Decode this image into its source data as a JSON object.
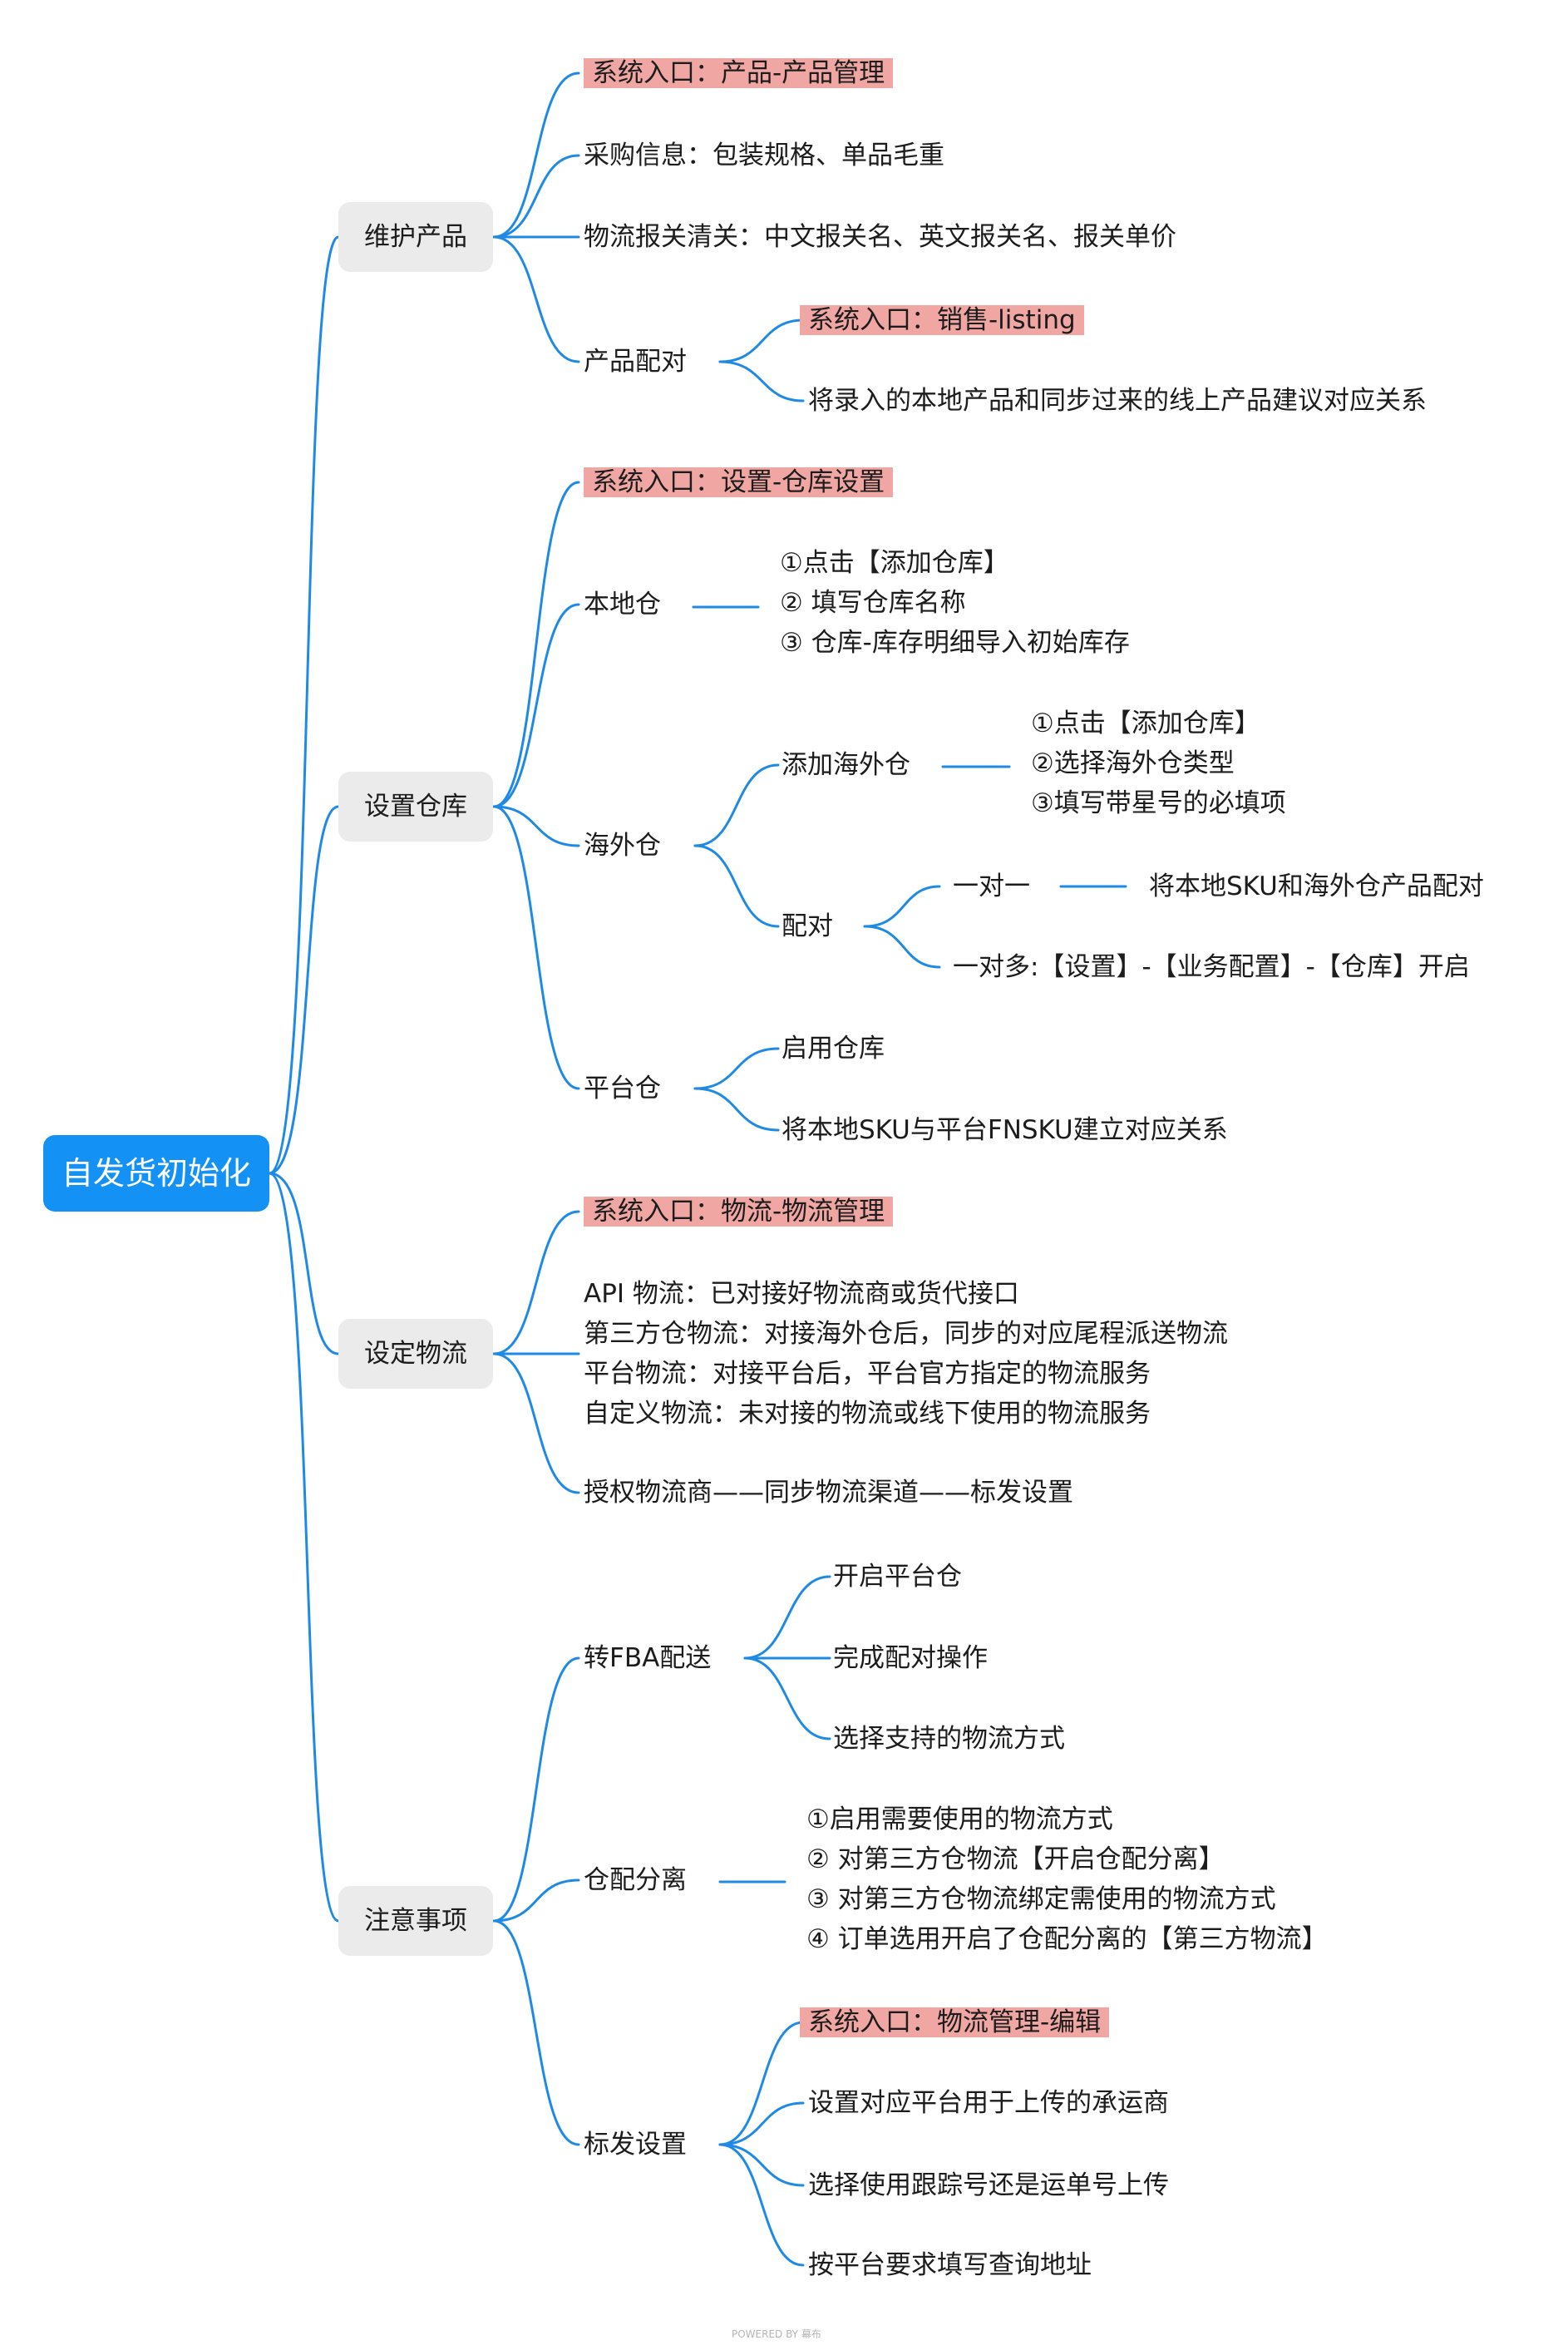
{
  "root": {
    "label": "自发货初始化"
  },
  "branches": {
    "product": {
      "label": "维护产品",
      "entry": "系统入口：产品-产品管理",
      "purchase": "采购信息：包装规格、单品毛重",
      "customs": "物流报关清关：中文报关名、英文报关名、报关单价",
      "pairing": {
        "label": "产品配对",
        "entry": "系统入口：销售-listing",
        "desc": "将录入的本地产品和同步过来的线上产品建议对应关系"
      }
    },
    "warehouse": {
      "label": "设置仓库",
      "entry": "系统入口：设置-仓库设置",
      "local": {
        "label": "本地仓",
        "steps": [
          "①点击【添加仓库】",
          "② 填写仓库名称",
          "③ 仓库-库存明细导入初始库存"
        ]
      },
      "overseas": {
        "label": "海外仓",
        "add": {
          "label": "添加海外仓",
          "steps": [
            "①点击【添加仓库】",
            "②选择海外仓类型",
            "③填写带星号的必填项"
          ]
        },
        "pair": {
          "label": "配对",
          "one_to_one": "一对一",
          "one_to_one_desc": "将本地SKU和海外仓产品配对",
          "one_to_many": "一对多:【设置】-【业务配置】-【仓库】开启"
        }
      },
      "platform": {
        "label": "平台仓",
        "enable": "启用仓库",
        "map": "将本地SKU与平台FNSKU建立对应关系"
      }
    },
    "logistics": {
      "label": "设定物流",
      "entry": "系统入口：物流-物流管理",
      "types": [
        "API 物流：已对接好物流商或货代接口",
        "第三方仓物流：对接海外仓后，同步的对应尾程派送物流",
        "平台物流：对接平台后，平台官方指定的物流服务",
        "自定义物流：未对接的物流或线下使用的物流服务"
      ],
      "flow": "授权物流商——同步物流渠道——标发设置"
    },
    "notes": {
      "label": "注意事项",
      "fba": {
        "label": "转FBA配送",
        "items": [
          "开启平台仓",
          "完成配对操作",
          "选择支持的物流方式"
        ]
      },
      "split": {
        "label": "仓配分离",
        "steps": [
          "①启用需要使用的物流方式",
          "② 对第三方仓物流【开启仓配分离】",
          "③ 对第三方仓物流绑定需使用的物流方式",
          "④ 订单选用开启了仓配分离的【第三方物流】"
        ]
      },
      "mark": {
        "label": "标发设置",
        "entry": "系统入口：物流管理-编辑",
        "items": [
          "设置对应平台用于上传的承运商",
          "选择使用跟踪号还是运单号上传",
          "按平台要求填写查询地址"
        ]
      }
    }
  },
  "footer": {
    "watermark": "POWERED BY 幕布"
  },
  "colors": {
    "connector": "#1f8ae6",
    "root_bg": "#1391f5",
    "branch_bg": "#ebebeb",
    "highlight": "#f0a7a4",
    "text": "#1c1c1c"
  }
}
